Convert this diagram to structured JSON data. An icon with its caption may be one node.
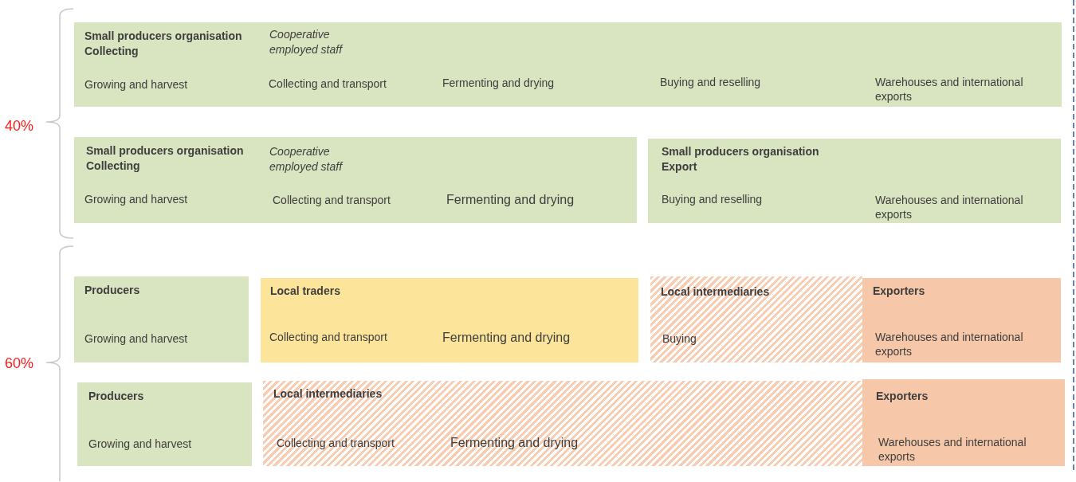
{
  "diagram": {
    "nodes": [
      {
        "text": [
          "Small producers organisation Collecting",
          "Cooperative employed staff",
          "Growing and harvest",
          "Collecting and transport",
          "Fermenting and drying",
          "Buying and reselling",
          "Warehouses and international exports"
        ]
      },
      {
        "text": [
          "Small producers  organisation Collecting",
          "Cooperative employed staff",
          "Growing and harvest",
          "Collecting and transport",
          "Fermenting and drying"
        ]
      },
      {
        "text": [
          "Small producers  organisation Export",
          "Buying and reselling",
          "Warehouses and international exports"
        ]
      },
      {
        "text": [
          "Producers",
          "Growing and harvest"
        ]
      },
      {
        "text": [
          "Local traders",
          "Collecting and transport",
          "Fermenting and drying"
        ]
      },
      {
        "text": [
          "Local intermediaries",
          "Buying"
        ]
      },
      {
        "text": [
          "Exporters",
          "Warehouses and international exports"
        ]
      },
      {
        "text": [
          "Producers",
          "Growing and harvest"
        ]
      },
      {
        "text": [
          "Local intermediaries",
          "Collecting and transport",
          "Fermenting and drying"
        ]
      },
      {
        "text": [
          "Exporters",
          "Warehouses and international exports"
        ]
      }
    ],
    "labels": [
      "40%",
      "60%"
    ]
  }
}
